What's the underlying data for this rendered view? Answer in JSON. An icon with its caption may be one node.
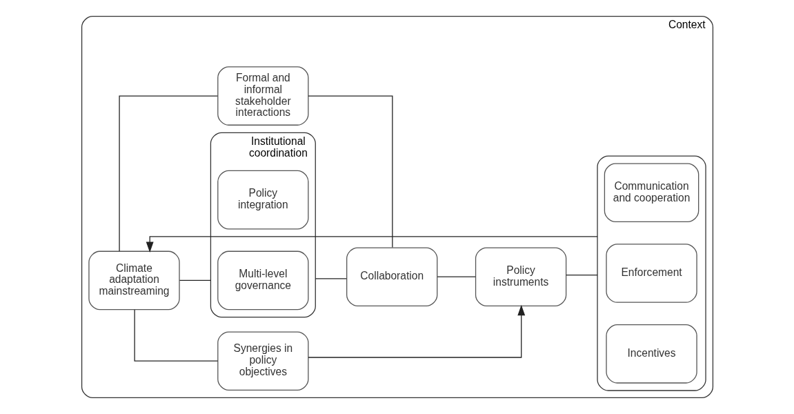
{
  "diagram": {
    "nodes": [
      {
        "text": [
          "Context"
        ]
      },
      {
        "text": [
          "Climate adaptation mainstreaming"
        ],
        "in": 0
      },
      {
        "text": [
          "Synergies in policy objectives"
        ],
        "in": 0
      },
      {
        "text": [
          "Institutional coordination"
        ],
        "in": 0
      },
      {
        "text": [
          "Policy integration"
        ],
        "in": 3
      },
      {
        "text": [
          "Multi-level governance"
        ],
        "in": 3
      },
      {
        "text": [
          "Formal and informal stakeholder interactions"
        ],
        "in": 0
      },
      {
        "text": [
          "Collaboration"
        ],
        "in": 0
      },
      {
        "text": [
          "Policy instruments"
        ],
        "in": 0
      },
      {
        "text": [],
        "shape": "box",
        "in": 0
      },
      {
        "text": [
          "Communication and cooperation"
        ],
        "in": 9
      },
      {
        "text": [
          "Enforcement"
        ],
        "in": 9
      },
      {
        "text": [
          "Incentives"
        ],
        "in": 9
      }
    ],
    "edges": [
      {
        "from": 1,
        "to": 2,
        "arrow": "none"
      },
      {
        "from": 1,
        "to": 3,
        "arrow": "none"
      },
      {
        "from": 1,
        "to": 6,
        "arrow": "none"
      },
      {
        "from": 2,
        "to": 8,
        "arrow": "to"
      },
      {
        "from": 3,
        "to": 7,
        "arrow": "none"
      },
      {
        "from": 6,
        "to": 7,
        "arrow": "none"
      },
      {
        "from": 7,
        "to": 8,
        "arrow": "none"
      },
      {
        "from": 8,
        "to": 9,
        "arrow": "none"
      },
      {
        "from": 9,
        "to": 1,
        "arrow": "to"
      }
    ]
  }
}
